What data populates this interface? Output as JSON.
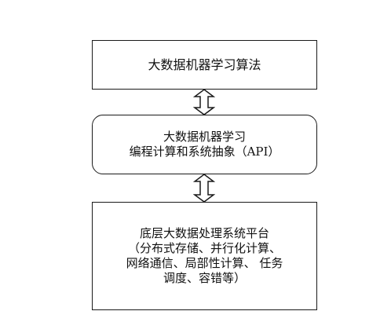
{
  "diagram": {
    "boxes": [
      {
        "lines": [
          "大数据机器学习算法"
        ]
      },
      {
        "lines": [
          "大数据机器学习",
          "编程计算和系统抽象（API）"
        ]
      },
      {
        "lines": [
          "底层大数据处理系统平台",
          "（分布式存储、并行化计算、",
          "网络通信、局部性计算、 任务",
          "调度、容错等）"
        ]
      }
    ],
    "connectors": [
      {
        "icon": "double-arrow-vertical-icon"
      },
      {
        "icon": "double-arrow-vertical-icon"
      }
    ]
  }
}
